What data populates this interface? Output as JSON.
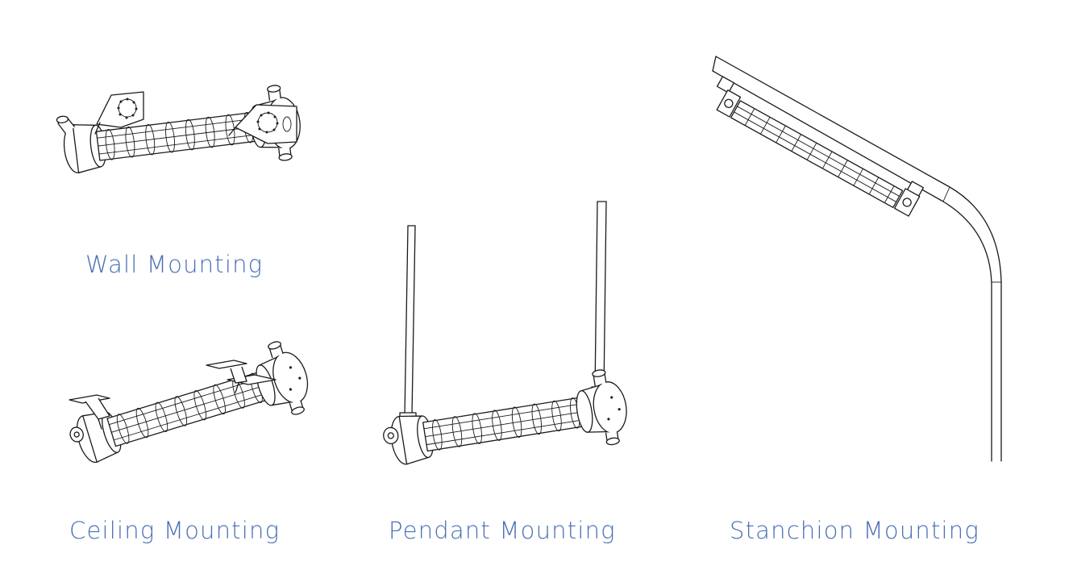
{
  "accent_color": "#4a6fb5",
  "line_color": "#1a1a1a",
  "background_color": "#ffffff",
  "captions": {
    "wall": "Wall Mounting",
    "ceiling": "Ceiling Mounting",
    "pendant": "Pendant Mounting",
    "stanchion": "Stanchion Mounting"
  },
  "icons": {
    "wall": "wall-mounted-light-fixture",
    "ceiling": "ceiling-mounted-light-fixture",
    "pendant": "pendant-mounted-light-fixture",
    "stanchion": "stanchion-mounted-light-fixture"
  }
}
